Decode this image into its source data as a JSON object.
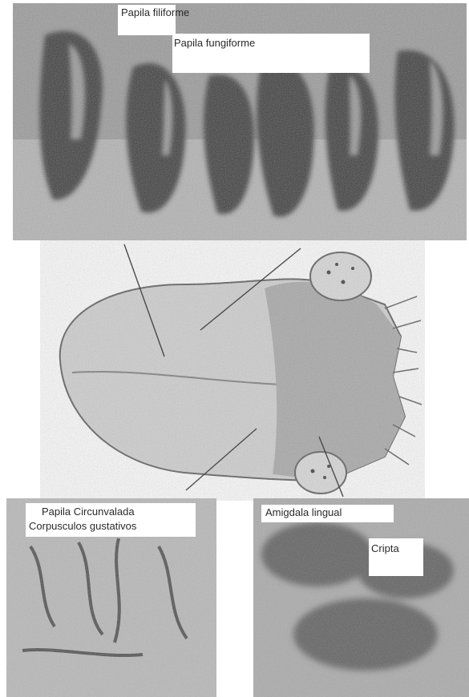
{
  "labels": {
    "filiform": "Papila filiforme",
    "fungiform": "Papila fungiforme",
    "circunvalada_line1": "Papila Circunvalada",
    "circunvalada_line2": "Corpusculos gustativos",
    "amigdala": "Amigdala lingual",
    "cripta": "Cripta"
  },
  "colors": {
    "background": "#ffffff",
    "tissue_light": "#c9c9c9",
    "tissue_mid": "#8c8c8c",
    "tissue_dark": "#3d3d3d",
    "pointer_line": "#4a4a4a"
  },
  "panels": {
    "top": "micrograph-filiform-fungiform-papillae",
    "center": "tongue-illustration",
    "bottom_left": "micrograph-circumvallate-papilla",
    "bottom_right": "micrograph-lingual-tonsil"
  }
}
